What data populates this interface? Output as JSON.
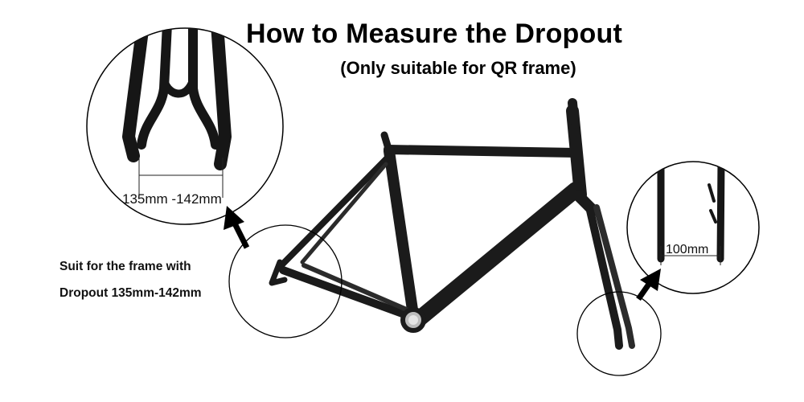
{
  "header": {
    "title": "How to Measure the Dropout",
    "subtitle": "(Only suitable for QR frame)"
  },
  "notes": {
    "line1": "Suit for the frame with",
    "line2": "Dropout 135mm-142mm"
  },
  "measurements": {
    "rear": "135mm -142mm",
    "front": "100mm"
  },
  "colors": {
    "frame": "#1b1b1b",
    "circle": "#000000",
    "text": "#000000",
    "background": "#ffffff"
  },
  "icons": {
    "arrow": "arrow-icon"
  }
}
